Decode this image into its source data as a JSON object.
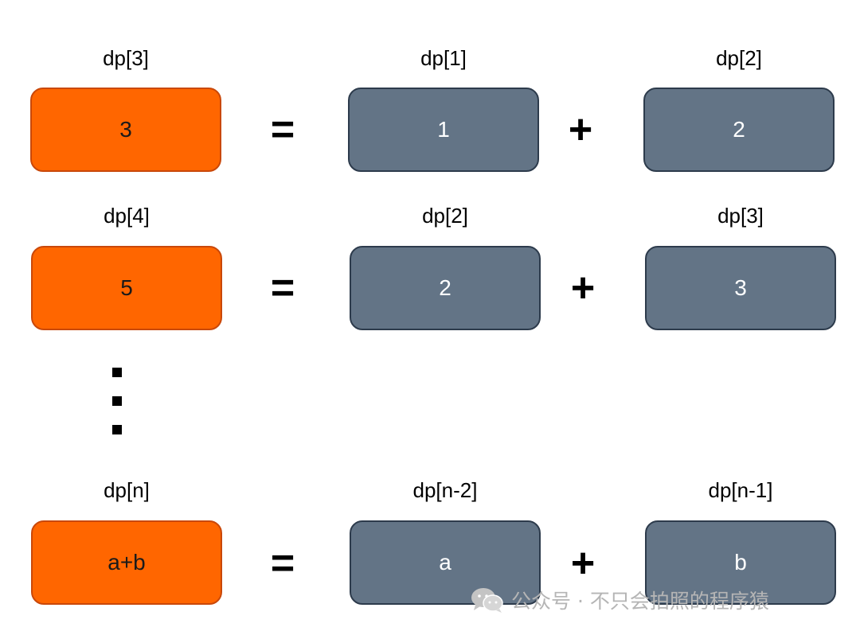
{
  "colors": {
    "result_box": "#ff6600",
    "operand_box": "#637486",
    "result_border": "#c9480a",
    "operand_border": "#2d3b4c"
  },
  "rows": [
    {
      "result": {
        "label": "dp[3]",
        "value": "3"
      },
      "equals": "=",
      "plus": "+",
      "left": {
        "label": "dp[1]",
        "value": "1"
      },
      "right": {
        "label": "dp[2]",
        "value": "2"
      }
    },
    {
      "result": {
        "label": "dp[4]",
        "value": "5"
      },
      "equals": "=",
      "plus": "+",
      "left": {
        "label": "dp[2]",
        "value": "2"
      },
      "right": {
        "label": "dp[3]",
        "value": "3"
      }
    },
    {
      "result": {
        "label": "dp[n]",
        "value": "a+b"
      },
      "equals": "=",
      "plus": "+",
      "left": {
        "label": "dp[n-2]",
        "value": "a"
      },
      "right": {
        "label": "dp[n-1]",
        "value": "b"
      }
    }
  ],
  "ellipsis_icon": "vertical-dots",
  "watermark": {
    "icon": "wechat-icon",
    "text": "公众号 · 不只会拍照的程序猿"
  }
}
